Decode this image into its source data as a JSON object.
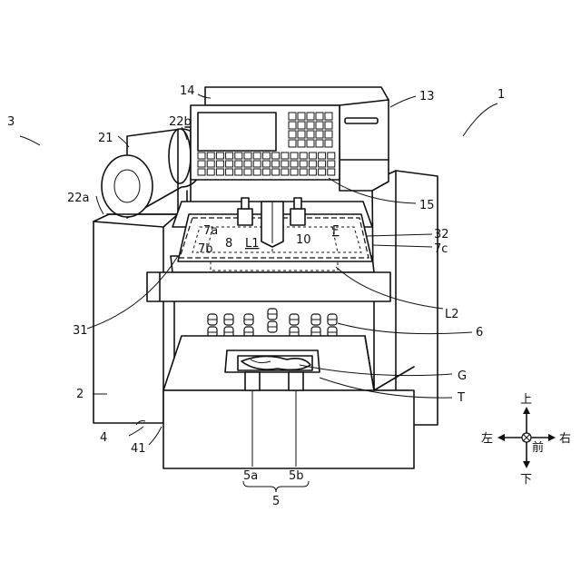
{
  "labels": {
    "l1": "1",
    "l2": "2",
    "l3": "3",
    "l4": "4",
    "l5": "5",
    "l5a": "5a",
    "l5b": "5b",
    "l6": "6",
    "l7a": "7a",
    "l7b": "7b",
    "l7c": "7c",
    "l8": "8",
    "l10": "10",
    "l13": "13",
    "l14": "14",
    "l15": "15",
    "l21": "21",
    "l22a": "22a",
    "l22b": "22b",
    "l31": "31",
    "l32": "32",
    "l41": "41",
    "lG": "G",
    "lT": "T",
    "lL1": "L1",
    "lL2": "L2",
    "lF": "F"
  },
  "directions": {
    "up": "上",
    "down": "下",
    "left": "左",
    "right": "右",
    "front": "前"
  }
}
